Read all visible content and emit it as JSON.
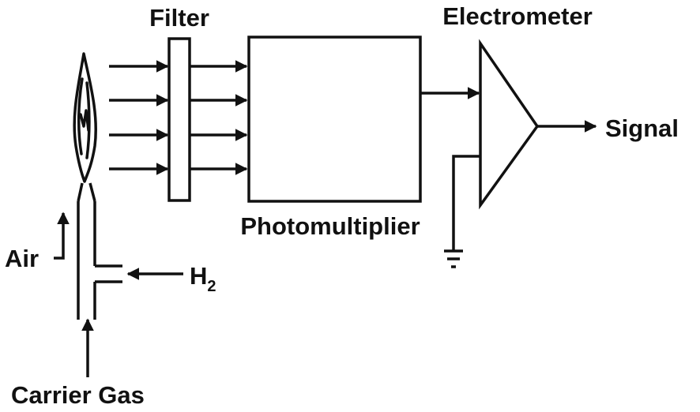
{
  "labels": {
    "filter": "Filter",
    "electrometer": "Electrometer",
    "signal": "Signal",
    "photomultiplier": "Photomultiplier",
    "air": "Air",
    "h2_main": "H",
    "h2_sub": "2",
    "carrier_gas": "Carrier Gas"
  },
  "colors": {
    "ink": "#111111",
    "background": "#ffffff"
  }
}
